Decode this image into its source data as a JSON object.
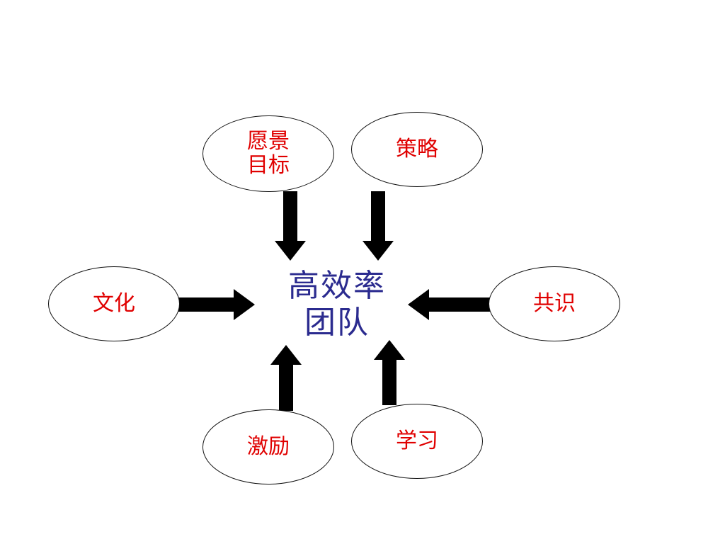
{
  "diagram": {
    "center": {
      "label": "高效率\n团队",
      "color": "#2b2b8f"
    },
    "node_color": "#e00000",
    "nodes": [
      {
        "id": "vision",
        "label": "愿景\n目标"
      },
      {
        "id": "strategy",
        "label": "策略"
      },
      {
        "id": "culture",
        "label": "文化"
      },
      {
        "id": "consensus",
        "label": "共识"
      },
      {
        "id": "motivation",
        "label": "激励"
      },
      {
        "id": "learning",
        "label": "学习"
      }
    ],
    "edges": [
      {
        "from": "vision",
        "to": "center"
      },
      {
        "from": "strategy",
        "to": "center"
      },
      {
        "from": "culture",
        "to": "center"
      },
      {
        "from": "consensus",
        "to": "center"
      },
      {
        "from": "motivation",
        "to": "center"
      },
      {
        "from": "learning",
        "to": "center"
      }
    ]
  }
}
